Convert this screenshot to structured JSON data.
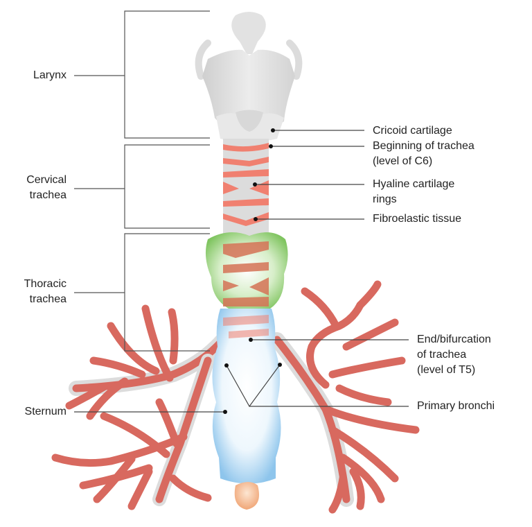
{
  "title": "Trachea anatomy",
  "colors": {
    "cartilage_gray": "#dcdcdc",
    "ring_red": "#f08070",
    "bronchi_red": "#d8695f",
    "thyroid_green": "#8fcf70",
    "sternum_blue": "#a9d3f0",
    "xiphoid_orange": "#f2b184",
    "leader_line": "#444444"
  },
  "left_labels": [
    {
      "id": "larynx",
      "lines": [
        "Larynx"
      ]
    },
    {
      "id": "cervical-trachea",
      "lines": [
        "Cervical",
        "trachea"
      ]
    },
    {
      "id": "thoracic-trachea",
      "lines": [
        "Thoracic",
        "trachea"
      ]
    },
    {
      "id": "sternum",
      "lines": [
        "Sternum"
      ]
    }
  ],
  "right_labels": [
    {
      "id": "cricoid-cartilage",
      "lines": [
        "Cricoid cartilage"
      ]
    },
    {
      "id": "beginning-of-trachea",
      "lines": [
        "Beginning of trachea",
        "(level of C6)"
      ]
    },
    {
      "id": "hyaline-cartilage-rings",
      "lines": [
        "Hyaline cartilage",
        "rings"
      ]
    },
    {
      "id": "fibroelastic-tissue",
      "lines": [
        "Fibroelastic tissue"
      ]
    },
    {
      "id": "end-bifurcation",
      "lines": [
        "End/bifurcation",
        "of trachea",
        "(level of T5)"
      ]
    },
    {
      "id": "primary-bronchi",
      "lines": [
        "Primary bronchi"
      ]
    }
  ]
}
